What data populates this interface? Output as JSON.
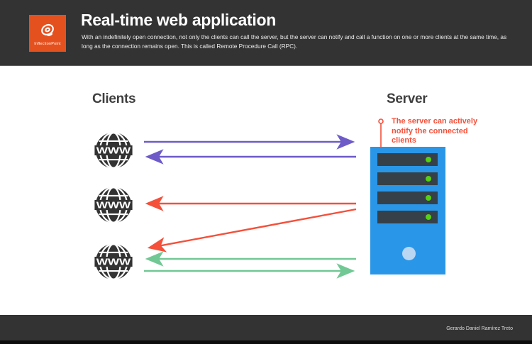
{
  "header": {
    "logo_text": "InflectionPoint",
    "title": "Real-time web application",
    "description": "With an indefinitely open connection, not only the clients can call the server, but the server can notify and call a function on one or more clients at the same time, as long as the connection remains open. This is called Remote Procedure Call (RPC)."
  },
  "diagram": {
    "clients_heading": "Clients",
    "server_heading": "Server",
    "globe_label": "WWW",
    "annotation": "The server can actively notify the connected clients",
    "clients_count": 3,
    "server_led_count": 4,
    "connections": [
      {
        "from": "client-1",
        "to": "server",
        "color": "#6e5bc8"
      },
      {
        "from": "server",
        "to": "client-1",
        "color": "#6e5bc8"
      },
      {
        "from": "server",
        "to": "client-2",
        "color": "#f4503a"
      },
      {
        "from": "server",
        "to": "client-3",
        "color": "#f4503a"
      },
      {
        "from": "server",
        "to": "client-3",
        "color": "#71c894"
      },
      {
        "from": "client-3",
        "to": "server",
        "color": "#71c894"
      }
    ]
  },
  "footer": {
    "credit": "Gerardo Daniel Ramírez Treto"
  },
  "colors": {
    "header_bg": "#333333",
    "logo_orange": "#e5511e",
    "arrow_purple": "#6e5bc8",
    "arrow_red": "#f4503a",
    "arrow_green": "#71c894",
    "server_blue": "#2a96e8",
    "slot_dark": "#364049",
    "led_green": "#55d014",
    "power_circle": "#b9d6f2",
    "annotation_red": "#f4503a"
  }
}
